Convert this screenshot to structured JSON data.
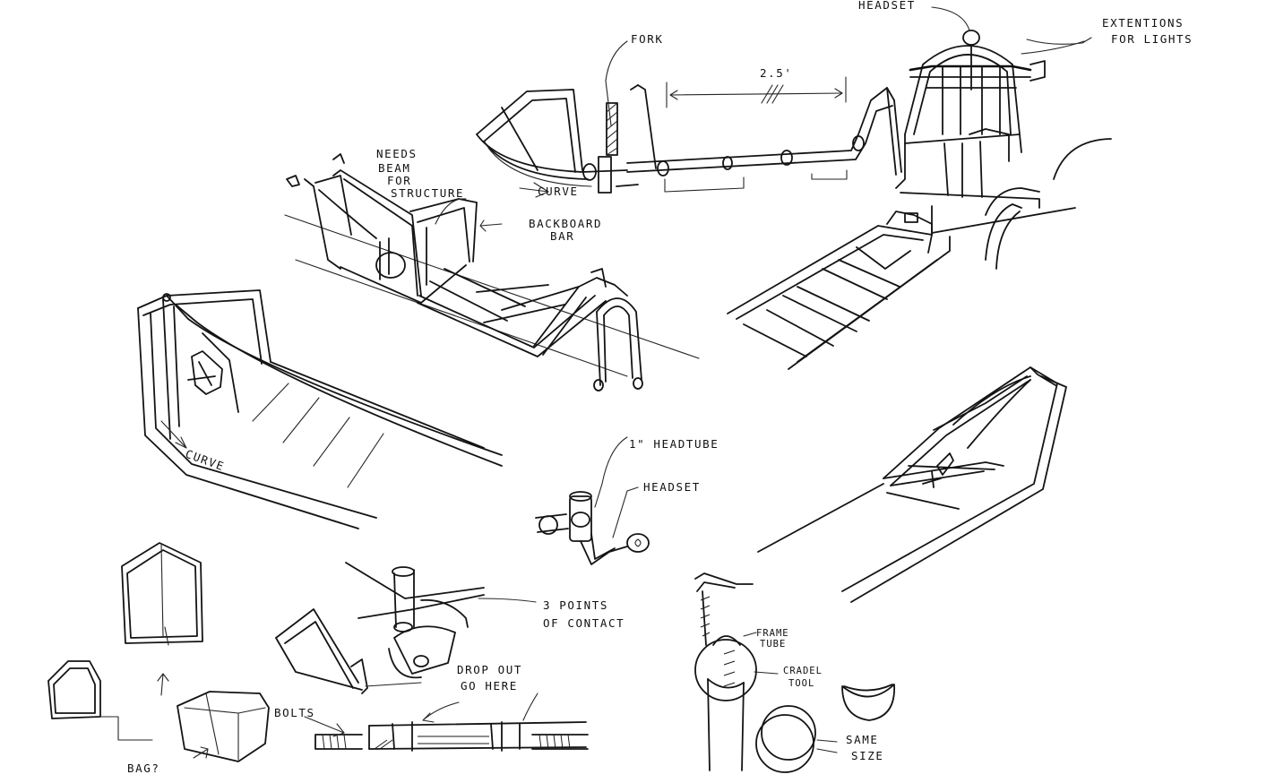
{
  "labels": {
    "headset_top": "HEADSET",
    "extentions_1": "EXTENTIONS",
    "extentions_2": "FOR LIGHTS",
    "fork": "FORK",
    "dim": "2.5'",
    "needs_1": "NEEDS",
    "needs_2": "BEAM",
    "needs_3": "FOR",
    "needs_4": "STRUCTURE",
    "curve_top": "CURVE",
    "backboard_1": "BACKBOARD",
    "backboard_2": "BAR",
    "curve_left": "CURVE",
    "headtube": "1\" HEADTUBE",
    "headset_mid": "HEADSET",
    "contact_1": "3 POINTS",
    "contact_2": "OF CONTACT",
    "dropout_1": "DROP OUT",
    "dropout_2": "GO HERE",
    "bolts": "BOLTS",
    "bag": "BAG?",
    "frame_1": "FRAME",
    "frame_2": "TUBE",
    "cradle_1": "CRADEL",
    "cradle_2": "TOOL",
    "same_1": "SAME",
    "same_2": "SIZE"
  }
}
